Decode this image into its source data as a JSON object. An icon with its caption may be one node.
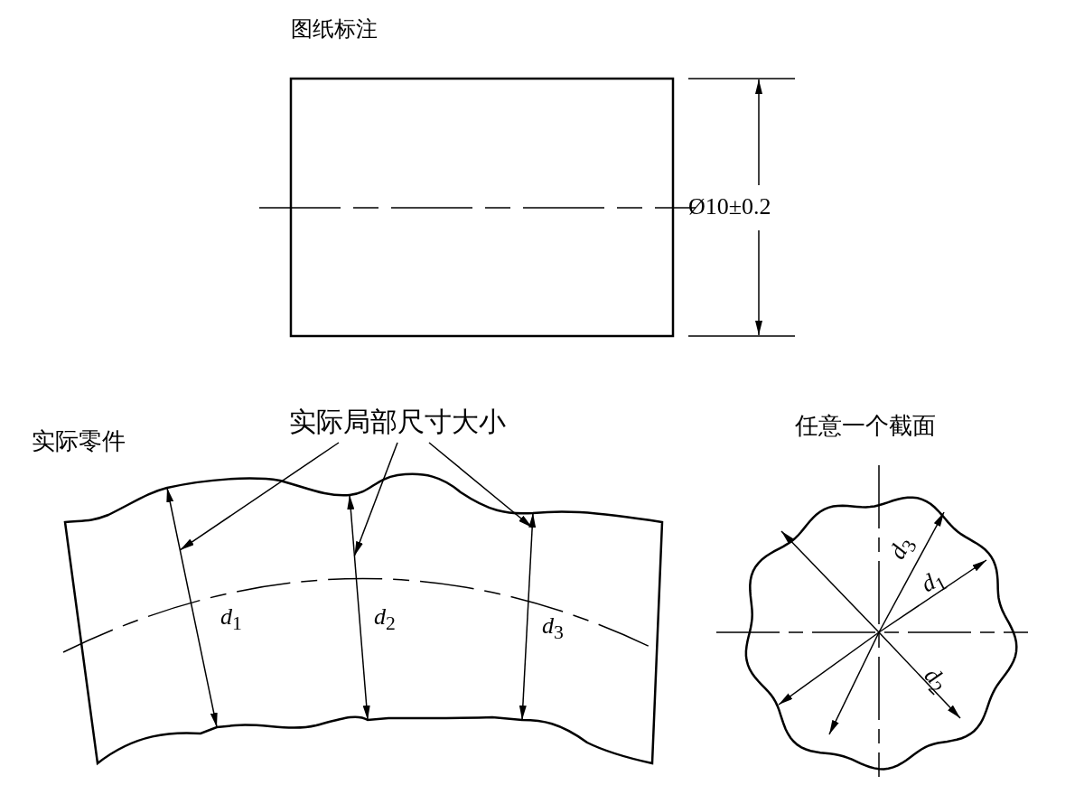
{
  "diagram": {
    "nodes": [
      {
        "text": [
          "实际局部尺寸大小"
        ]
      },
      {
        "text": [],
        "shape": "line"
      },
      {
        "text": [],
        "shape": "line"
      },
      {
        "text": [],
        "shape": "line"
      }
    ],
    "edges": [
      {
        "from": 0,
        "to": 1,
        "arrow": "to"
      },
      {
        "from": 0,
        "to": 2,
        "arrow": "to"
      },
      {
        "from": 0,
        "to": 3,
        "arrow": "to"
      }
    ],
    "labels": [
      "图纸标注",
      "Ø10±0.2",
      "实际零件",
      "*d*$_{1}$",
      "*d*$_{2}$",
      "*d*$_{3}$",
      "任意一个截面",
      "*d*$_{3}$",
      "*d*$_{1}$",
      "*d*$_{2}$"
    ]
  }
}
